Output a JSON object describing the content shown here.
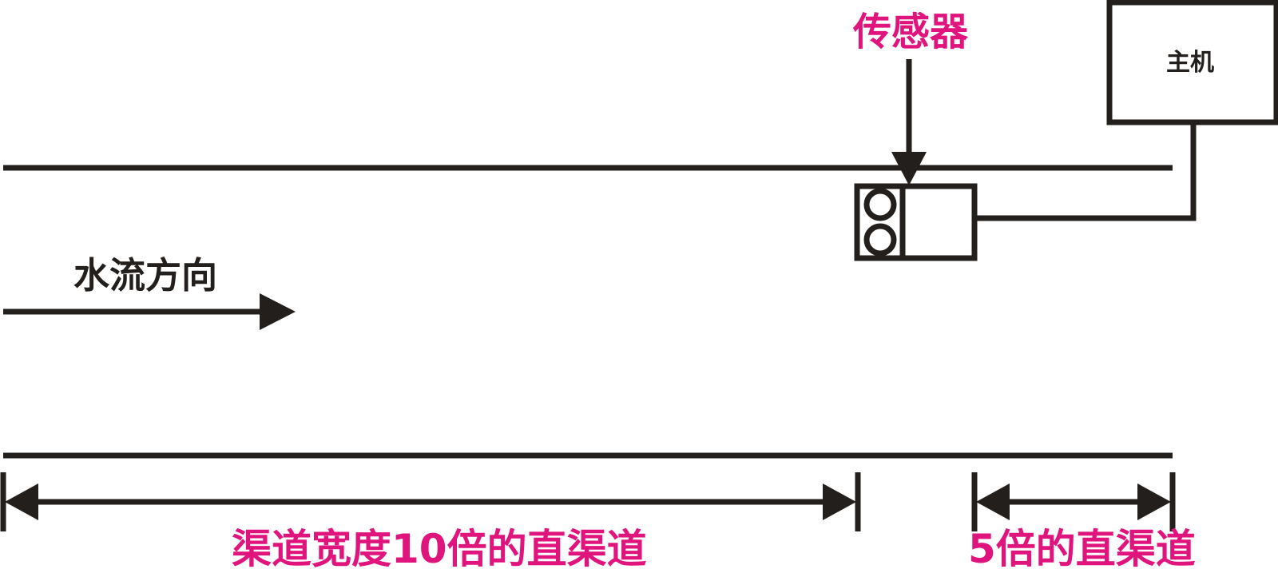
{
  "diagram": {
    "title": "",
    "colors": {
      "line": "#231f1c",
      "label_accent": "#e0147d",
      "background": "#ffffff"
    },
    "labels": {
      "sensor": "传感器",
      "host": "主机",
      "flow_direction": "水流方向",
      "upstream_length": "渠道宽度10倍的直渠道",
      "downstream_length": "5倍的直渠道"
    },
    "elements": [
      {
        "id": "channel-top-edge",
        "type": "line"
      },
      {
        "id": "channel-bottom-edge",
        "type": "line"
      },
      {
        "id": "flow-arrow",
        "type": "arrow",
        "direction": "right"
      },
      {
        "id": "sensor-unit",
        "type": "box",
        "circles": 2
      },
      {
        "id": "host-box",
        "type": "box"
      },
      {
        "id": "sensor-pointer-arrow",
        "type": "arrow",
        "direction": "down"
      },
      {
        "id": "upstream-dimension",
        "type": "double-arrow"
      },
      {
        "id": "downstream-dimension",
        "type": "double-arrow"
      }
    ]
  }
}
